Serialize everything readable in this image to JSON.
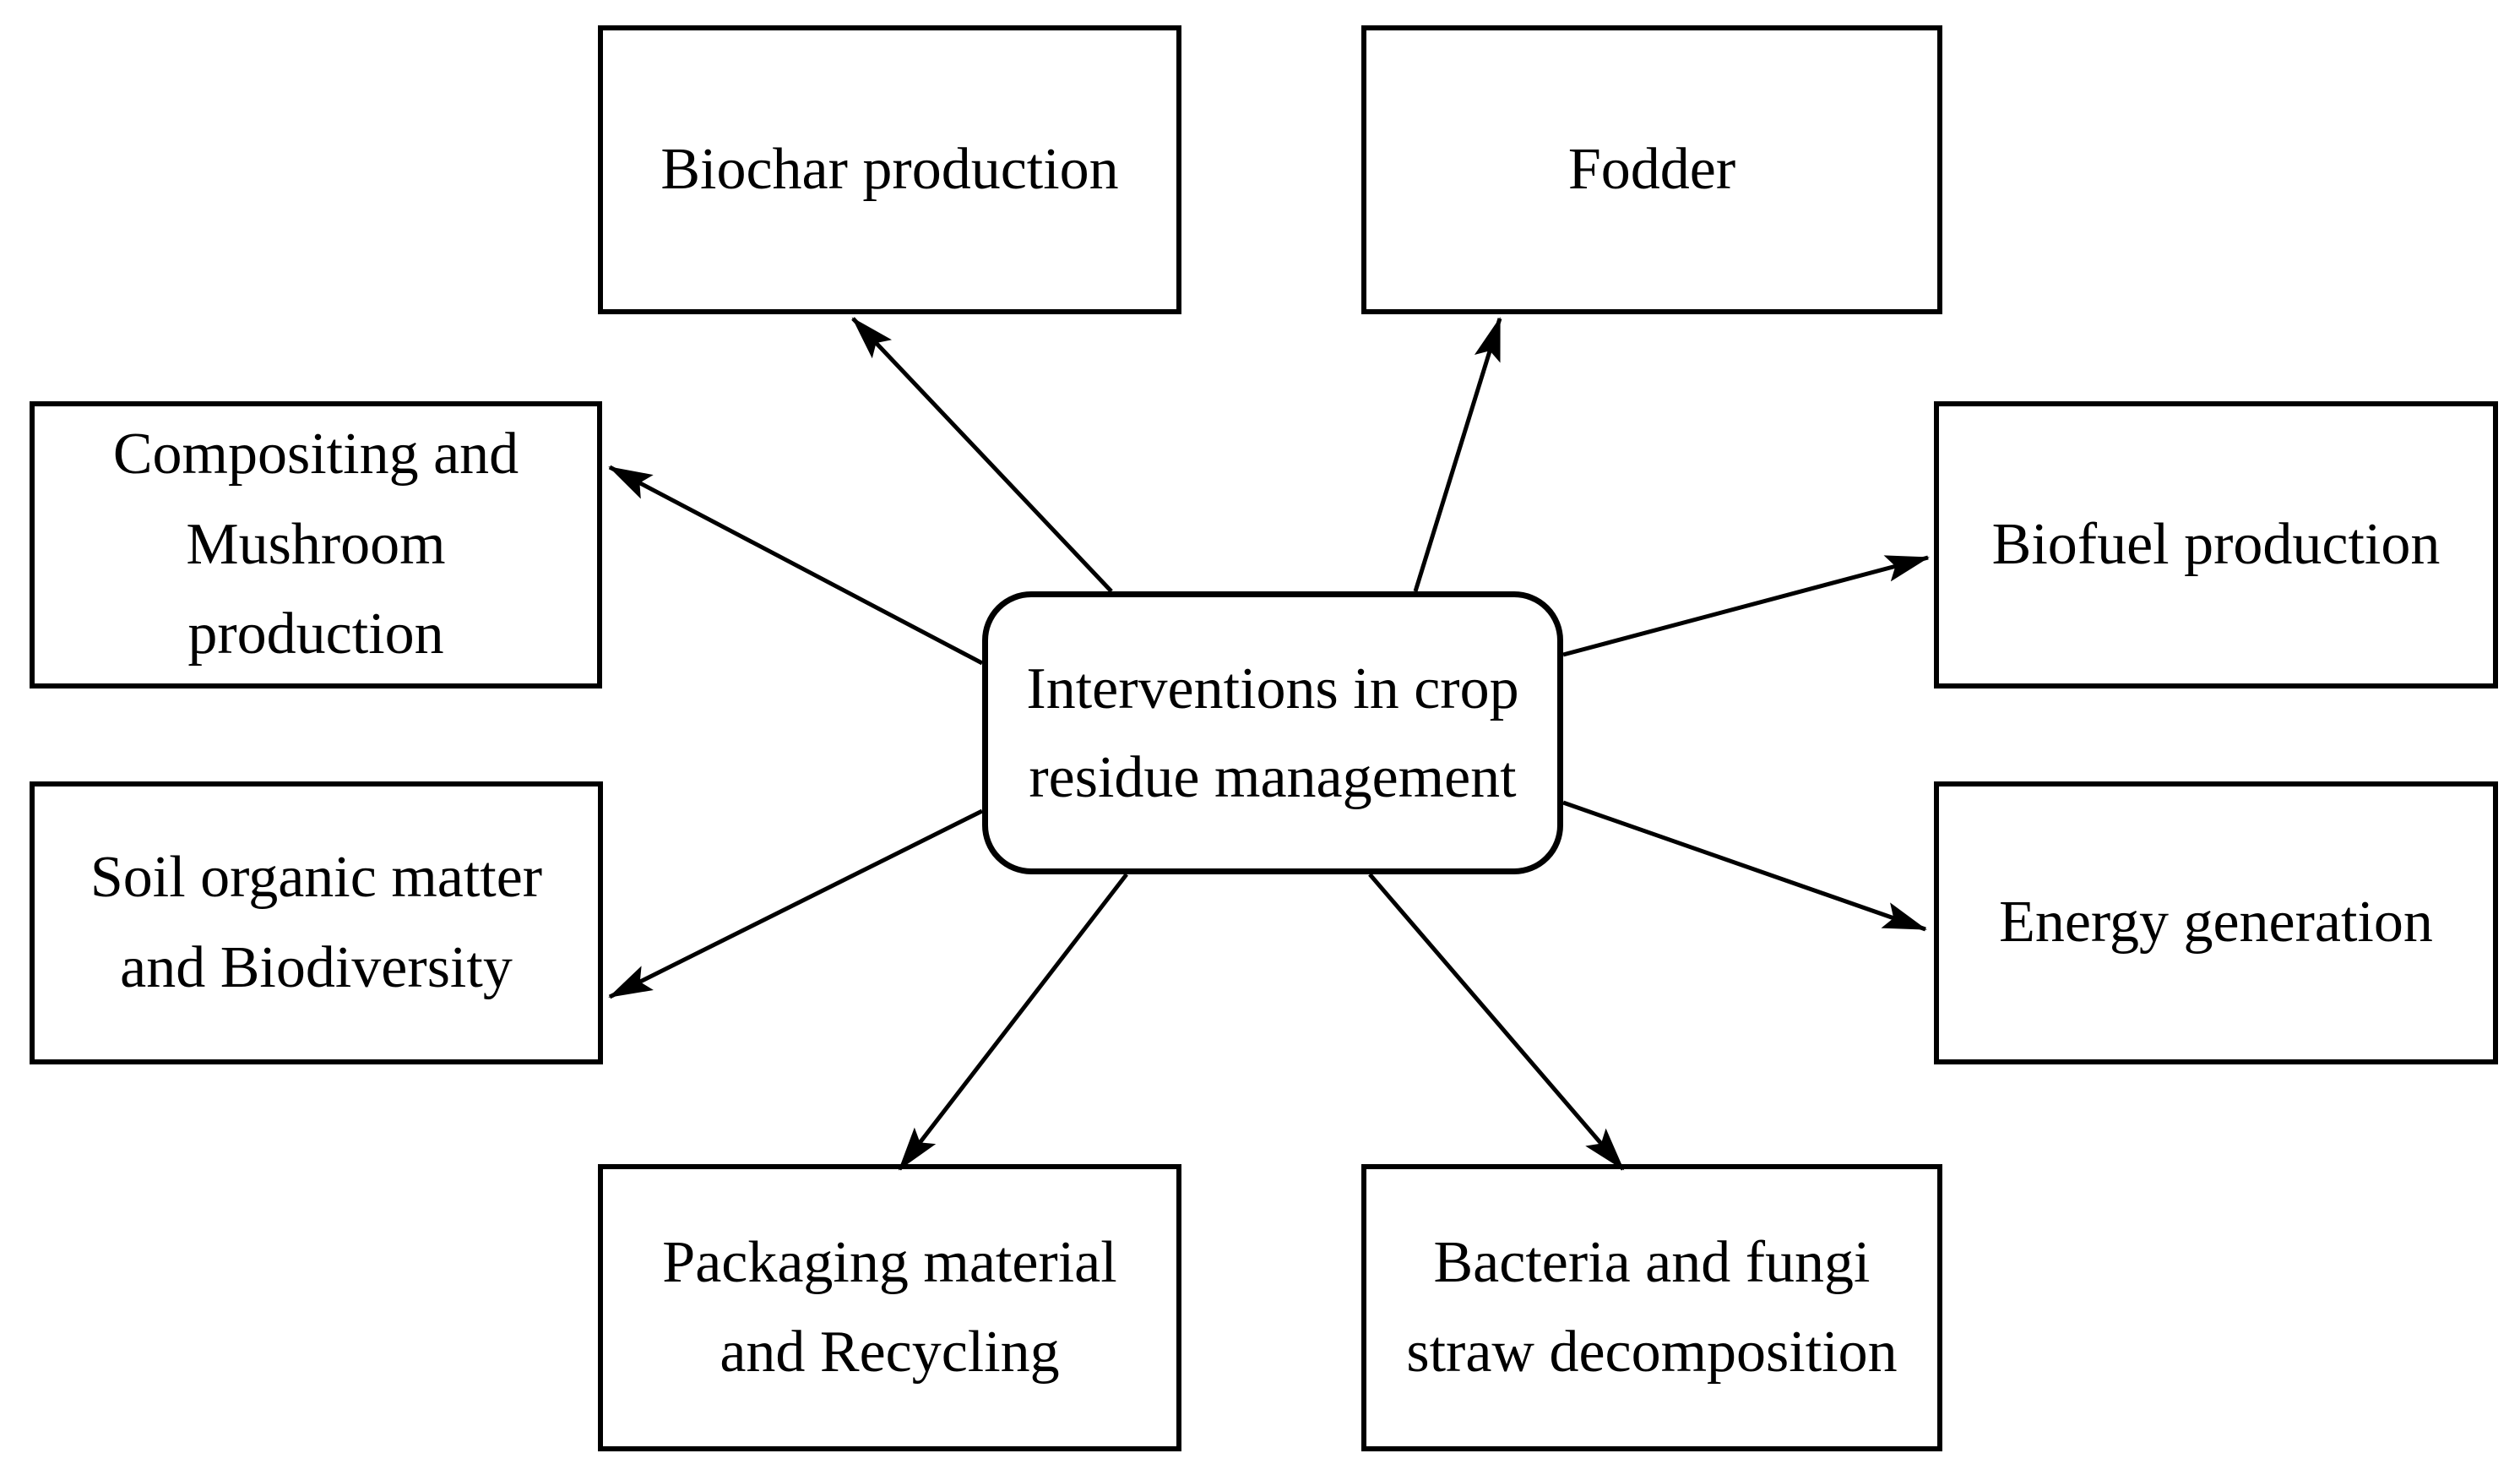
{
  "diagram": {
    "title": "Interventions in crop residue management",
    "center": {
      "id": "center",
      "label": "Interventions in crop residue management",
      "lines": [
        "Interventions in crop",
        "residue management"
      ]
    },
    "nodes": [
      {
        "id": "biochar",
        "label": "Biochar production",
        "lines": [
          "Biochar production"
        ]
      },
      {
        "id": "fodder",
        "label": "Fodder",
        "lines": [
          "Fodder"
        ]
      },
      {
        "id": "compositing",
        "label": "Compositing and Mushroom production",
        "lines": [
          "Compositing and",
          "Mushroom",
          "production"
        ]
      },
      {
        "id": "soil",
        "label": "Soil organic matter and Biodiversity",
        "lines": [
          "Soil organic matter",
          "and Biodiversity"
        ]
      },
      {
        "id": "biofuel",
        "label": "Biofuel production",
        "lines": [
          "Biofuel production"
        ]
      },
      {
        "id": "energy",
        "label": "Energy generation",
        "lines": [
          "Energy generation"
        ]
      },
      {
        "id": "packaging",
        "label": "Packaging material and Recycling",
        "lines": [
          "Packaging material",
          "and Recycling"
        ]
      },
      {
        "id": "bacteria",
        "label": "Bacteria and fungi straw decomposition",
        "lines": [
          "Bacteria and fungi",
          "straw decomposition"
        ]
      }
    ],
    "edges": [
      {
        "from": "center",
        "to": "biochar"
      },
      {
        "from": "center",
        "to": "fodder"
      },
      {
        "from": "center",
        "to": "compositing"
      },
      {
        "from": "center",
        "to": "soil"
      },
      {
        "from": "center",
        "to": "biofuel"
      },
      {
        "from": "center",
        "to": "energy"
      },
      {
        "from": "center",
        "to": "packaging"
      },
      {
        "from": "center",
        "to": "bacteria"
      }
    ]
  },
  "colors": {
    "ink": "#000000",
    "background": "#ffffff"
  }
}
